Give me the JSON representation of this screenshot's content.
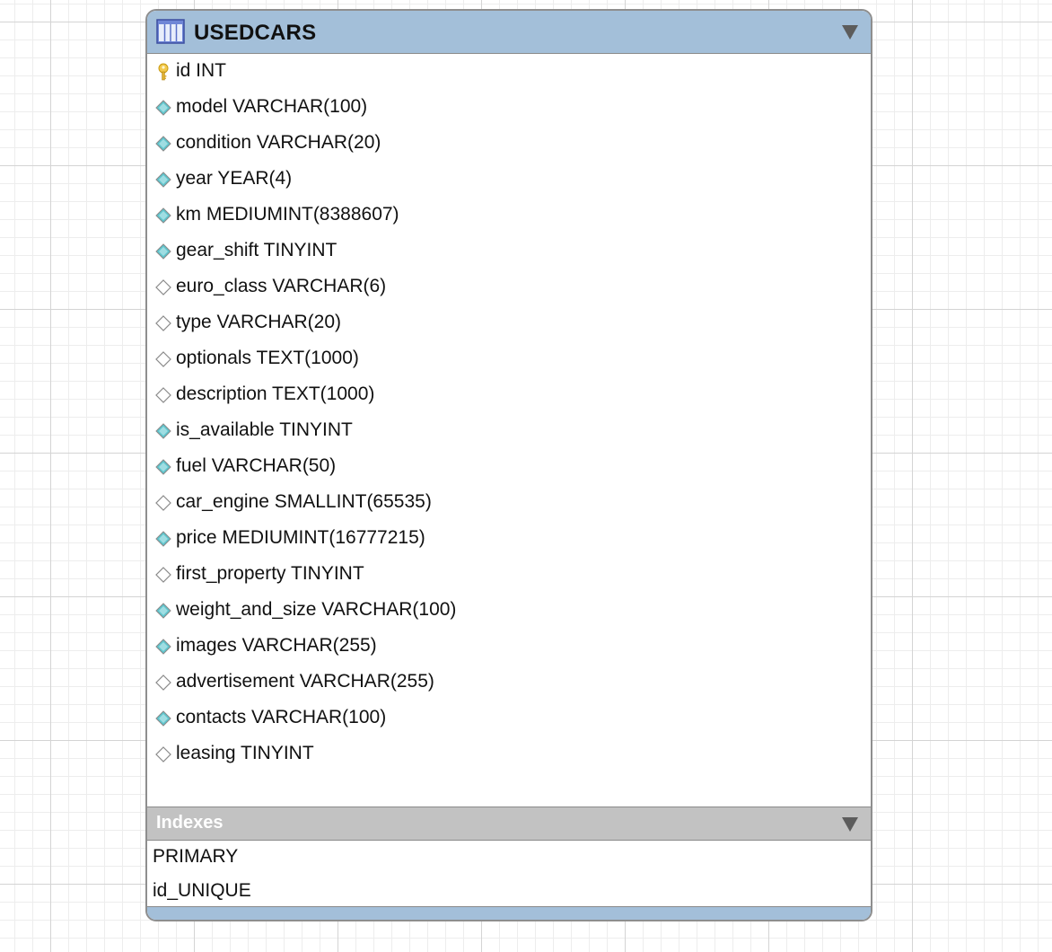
{
  "table": {
    "title": "USEDCARS",
    "icon": "table-grid-icon",
    "colors": {
      "header": "#a3bfd9",
      "indexes_header": "#c2c2c2",
      "border": "#8e8e8e"
    },
    "columns": [
      {
        "text": "id INT",
        "icon": "primary-key-icon"
      },
      {
        "text": "model VARCHAR(100)",
        "icon": "filled-diamond-icon"
      },
      {
        "text": "condition VARCHAR(20)",
        "icon": "filled-diamond-icon"
      },
      {
        "text": "year YEAR(4)",
        "icon": "filled-diamond-icon"
      },
      {
        "text": "km MEDIUMINT(8388607)",
        "icon": "filled-diamond-icon"
      },
      {
        "text": "gear_shift TINYINT",
        "icon": "filled-diamond-icon"
      },
      {
        "text": "euro_class VARCHAR(6)",
        "icon": "empty-diamond-icon"
      },
      {
        "text": "type VARCHAR(20)",
        "icon": "empty-diamond-icon"
      },
      {
        "text": "optionals TEXT(1000)",
        "icon": "empty-diamond-icon"
      },
      {
        "text": "description TEXT(1000)",
        "icon": "empty-diamond-icon"
      },
      {
        "text": "is_available TINYINT",
        "icon": "filled-diamond-icon"
      },
      {
        "text": "fuel VARCHAR(50)",
        "icon": "filled-diamond-icon"
      },
      {
        "text": "car_engine SMALLINT(65535)",
        "icon": "empty-diamond-icon"
      },
      {
        "text": "price MEDIUMINT(16777215)",
        "icon": "filled-diamond-icon"
      },
      {
        "text": "first_property TINYINT",
        "icon": "empty-diamond-icon"
      },
      {
        "text": "weight_and_size VARCHAR(100)",
        "icon": "filled-diamond-icon"
      },
      {
        "text": "images VARCHAR(255)",
        "icon": "filled-diamond-icon"
      },
      {
        "text": "advertisement VARCHAR(255)",
        "icon": "empty-diamond-icon"
      },
      {
        "text": "contacts VARCHAR(100)",
        "icon": "filled-diamond-icon"
      },
      {
        "text": "leasing TINYINT",
        "icon": "empty-diamond-icon"
      }
    ],
    "indexes_title": "Indexes",
    "indexes": [
      "PRIMARY",
      "id_UNIQUE"
    ]
  }
}
